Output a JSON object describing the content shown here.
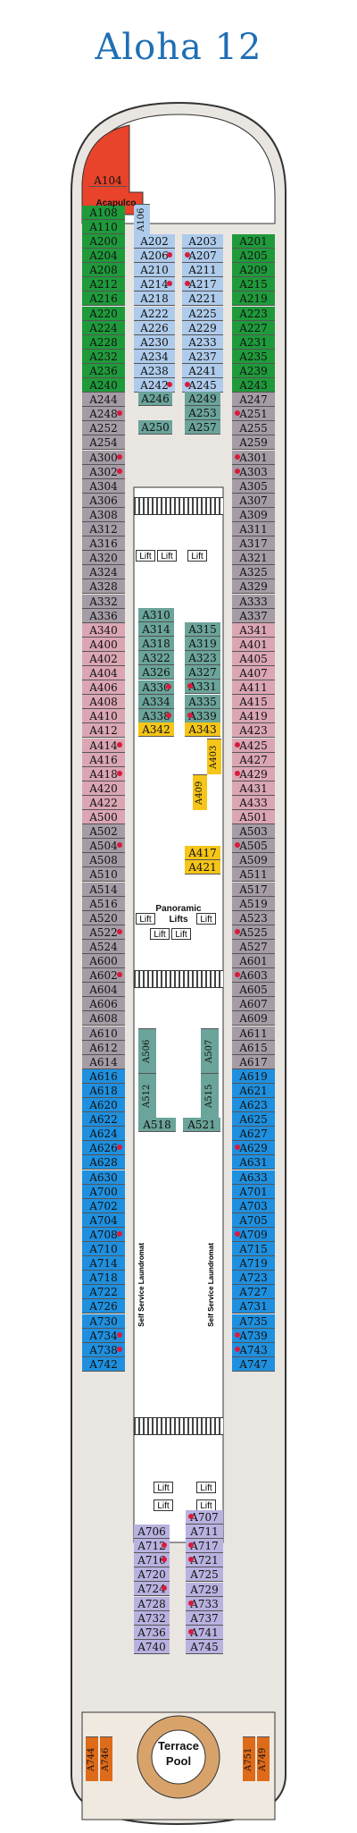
{
  "title": "Aloha 12",
  "colors": {
    "green": "#1f9a3b",
    "lightblue": "#aecbeb",
    "grey": "#a59ca6",
    "pink": "#dba6b4",
    "teal": "#6ba49a",
    "yellow": "#f5c518",
    "blue": "#1f90df",
    "lavender": "#b9b2e0",
    "orange": "#dd6b1a",
    "red": "#e8432b",
    "hull": "#e9e6e1",
    "dot": "#d81b3c"
  },
  "labels": {
    "acapulco": "Acapulco",
    "panoramic": "Panoramic",
    "panoramic_lifts": "Lifts",
    "terrace": "Terrace",
    "pool": "Pool",
    "laundromat1": "Self Service Laundromat",
    "laundromat2": "Self Service Laundromat",
    "lift": "Lift"
  },
  "cabins_left_outer": [
    [
      "A200",
      "green",
      0
    ],
    [
      "A204",
      "green",
      0
    ],
    [
      "A208",
      "green",
      0
    ],
    [
      "A212",
      "green",
      0
    ],
    [
      "A216",
      "green",
      0
    ],
    [
      "A220",
      "green",
      0
    ],
    [
      "A224",
      "green",
      0
    ],
    [
      "A228",
      "green",
      0
    ],
    [
      "A232",
      "green",
      0
    ],
    [
      "A236",
      "green",
      0
    ],
    [
      "A240",
      "green",
      0
    ],
    [
      "A244",
      "grey",
      0
    ],
    [
      "A248",
      "grey",
      1
    ],
    [
      "A252",
      "grey",
      0
    ],
    [
      "A254",
      "grey",
      0
    ],
    [
      "A300",
      "grey",
      1
    ],
    [
      "A302",
      "grey",
      1
    ],
    [
      "A304",
      "grey",
      0
    ],
    [
      "A306",
      "grey",
      0
    ],
    [
      "A308",
      "grey",
      0
    ],
    [
      "A312",
      "grey",
      0
    ],
    [
      "A316",
      "grey",
      0
    ],
    [
      "A320",
      "grey",
      0
    ],
    [
      "A324",
      "grey",
      0
    ],
    [
      "A328",
      "grey",
      0
    ],
    [
      "A332",
      "grey",
      0
    ],
    [
      "A336",
      "grey",
      0
    ],
    [
      "A340",
      "pink",
      0
    ],
    [
      "A400",
      "pink",
      0
    ],
    [
      "A402",
      "pink",
      0
    ],
    [
      "A404",
      "pink",
      0
    ],
    [
      "A406",
      "pink",
      0
    ],
    [
      "A408",
      "pink",
      0
    ],
    [
      "A410",
      "pink",
      0
    ],
    [
      "A412",
      "pink",
      0
    ],
    [
      "A414",
      "pink",
      1
    ],
    [
      "A416",
      "pink",
      0
    ],
    [
      "A418",
      "pink",
      1
    ],
    [
      "A420",
      "pink",
      0
    ],
    [
      "A422",
      "pink",
      0
    ],
    [
      "A500",
      "pink",
      0
    ],
    [
      "A502",
      "grey",
      0
    ],
    [
      "A504",
      "grey",
      1
    ],
    [
      "A508",
      "grey",
      0
    ],
    [
      "A510",
      "grey",
      0
    ],
    [
      "A514",
      "grey",
      0
    ],
    [
      "A516",
      "grey",
      0
    ],
    [
      "A520",
      "grey",
      0
    ],
    [
      "A522",
      "grey",
      1
    ],
    [
      "A524",
      "grey",
      0
    ],
    [
      "A600",
      "grey",
      0
    ],
    [
      "A602",
      "grey",
      1
    ],
    [
      "A604",
      "grey",
      0
    ],
    [
      "A606",
      "grey",
      0
    ],
    [
      "A608",
      "grey",
      0
    ],
    [
      "A610",
      "grey",
      0
    ],
    [
      "A612",
      "grey",
      0
    ],
    [
      "A614",
      "grey",
      0
    ],
    [
      "A616",
      "blue",
      0
    ],
    [
      "A618",
      "blue",
      0
    ],
    [
      "A620",
      "blue",
      0
    ],
    [
      "A622",
      "blue",
      0
    ],
    [
      "A624",
      "blue",
      0
    ],
    [
      "A626",
      "blue",
      1
    ],
    [
      "A628",
      "blue",
      0
    ],
    [
      "A630",
      "blue",
      0
    ],
    [
      "A700",
      "blue",
      0
    ],
    [
      "A702",
      "blue",
      0
    ],
    [
      "A704",
      "blue",
      0
    ],
    [
      "A708",
      "blue",
      1
    ],
    [
      "A710",
      "blue",
      0
    ],
    [
      "A714",
      "blue",
      0
    ],
    [
      "A718",
      "blue",
      0
    ],
    [
      "A722",
      "blue",
      0
    ],
    [
      "A726",
      "blue",
      0
    ],
    [
      "A730",
      "blue",
      0
    ],
    [
      "A734",
      "blue",
      1
    ],
    [
      "A738",
      "blue",
      1
    ],
    [
      "A742",
      "blue",
      0
    ]
  ],
  "cabins_right_outer": [
    [
      "A201",
      "green",
      0
    ],
    [
      "A205",
      "green",
      0
    ],
    [
      "A209",
      "green",
      0
    ],
    [
      "A215",
      "green",
      0
    ],
    [
      "A219",
      "green",
      0
    ],
    [
      "A223",
      "green",
      0
    ],
    [
      "A227",
      "green",
      0
    ],
    [
      "A231",
      "green",
      0
    ],
    [
      "A235",
      "green",
      0
    ],
    [
      "A239",
      "green",
      0
    ],
    [
      "A243",
      "green",
      0
    ],
    [
      "A247",
      "grey",
      0
    ],
    [
      "A251",
      "grey",
      1
    ],
    [
      "A255",
      "grey",
      0
    ],
    [
      "A259",
      "grey",
      0
    ],
    [
      "A301",
      "grey",
      1
    ],
    [
      "A303",
      "grey",
      1
    ],
    [
      "A305",
      "grey",
      0
    ],
    [
      "A307",
      "grey",
      0
    ],
    [
      "A309",
      "grey",
      0
    ],
    [
      "A311",
      "grey",
      0
    ],
    [
      "A317",
      "grey",
      0
    ],
    [
      "A321",
      "grey",
      0
    ],
    [
      "A325",
      "grey",
      0
    ],
    [
      "A329",
      "grey",
      0
    ],
    [
      "A333",
      "grey",
      0
    ],
    [
      "A337",
      "grey",
      0
    ],
    [
      "A341",
      "pink",
      0
    ],
    [
      "A401",
      "pink",
      0
    ],
    [
      "A405",
      "pink",
      0
    ],
    [
      "A407",
      "pink",
      0
    ],
    [
      "A411",
      "pink",
      0
    ],
    [
      "A415",
      "pink",
      0
    ],
    [
      "A419",
      "pink",
      0
    ],
    [
      "A423",
      "pink",
      0
    ],
    [
      "A425",
      "pink",
      1
    ],
    [
      "A427",
      "pink",
      0
    ],
    [
      "A429",
      "pink",
      1
    ],
    [
      "A431",
      "pink",
      0
    ],
    [
      "A433",
      "pink",
      0
    ],
    [
      "A501",
      "pink",
      0
    ],
    [
      "A503",
      "grey",
      0
    ],
    [
      "A505",
      "grey",
      1
    ],
    [
      "A509",
      "grey",
      0
    ],
    [
      "A511",
      "grey",
      0
    ],
    [
      "A517",
      "grey",
      0
    ],
    [
      "A519",
      "grey",
      0
    ],
    [
      "A523",
      "grey",
      0
    ],
    [
      "A525",
      "grey",
      1
    ],
    [
      "A527",
      "grey",
      0
    ],
    [
      "A601",
      "grey",
      0
    ],
    [
      "A603",
      "grey",
      1
    ],
    [
      "A605",
      "grey",
      0
    ],
    [
      "A607",
      "grey",
      0
    ],
    [
      "A609",
      "grey",
      0
    ],
    [
      "A611",
      "grey",
      0
    ],
    [
      "A615",
      "grey",
      0
    ],
    [
      "A617",
      "grey",
      0
    ],
    [
      "A619",
      "blue",
      0
    ],
    [
      "A621",
      "blue",
      0
    ],
    [
      "A623",
      "blue",
      0
    ],
    [
      "A625",
      "blue",
      0
    ],
    [
      "A627",
      "blue",
      0
    ],
    [
      "A629",
      "blue",
      1
    ],
    [
      "A631",
      "blue",
      0
    ],
    [
      "A633",
      "blue",
      0
    ],
    [
      "A701",
      "blue",
      0
    ],
    [
      "A703",
      "blue",
      0
    ],
    [
      "A705",
      "blue",
      0
    ],
    [
      "A709",
      "blue",
      1
    ],
    [
      "A715",
      "blue",
      0
    ],
    [
      "A719",
      "blue",
      0
    ],
    [
      "A723",
      "blue",
      0
    ],
    [
      "A727",
      "blue",
      0
    ],
    [
      "A731",
      "blue",
      0
    ],
    [
      "A735",
      "blue",
      0
    ],
    [
      "A739",
      "blue",
      1
    ],
    [
      "A743",
      "blue",
      1
    ],
    [
      "A747",
      "blue",
      0
    ]
  ],
  "cabins_left_inner": [
    [
      "A202",
      "lightblue",
      0
    ],
    [
      "A206",
      "lightblue",
      1
    ],
    [
      "A210",
      "lightblue",
      0
    ],
    [
      "A214",
      "lightblue",
      1
    ],
    [
      "A218",
      "lightblue",
      0
    ],
    [
      "A222",
      "lightblue",
      0
    ],
    [
      "A226",
      "lightblue",
      0
    ],
    [
      "A230",
      "lightblue",
      0
    ],
    [
      "A234",
      "lightblue",
      0
    ],
    [
      "A238",
      "lightblue",
      0
    ],
    [
      "A242",
      "lightblue",
      1
    ]
  ],
  "cabins_right_inner": [
    [
      "A203",
      "lightblue",
      0
    ],
    [
      "A207",
      "lightblue",
      1
    ],
    [
      "A211",
      "lightblue",
      0
    ],
    [
      "A217",
      "lightblue",
      1
    ],
    [
      "A221",
      "lightblue",
      0
    ],
    [
      "A225",
      "lightblue",
      0
    ],
    [
      "A229",
      "lightblue",
      0
    ],
    [
      "A233",
      "lightblue",
      0
    ],
    [
      "A237",
      "lightblue",
      0
    ],
    [
      "A241",
      "lightblue",
      0
    ],
    [
      "A245",
      "lightblue",
      1
    ]
  ],
  "cabins_top_extra": [
    "A104",
    "A108",
    "A110",
    "A106"
  ],
  "cabins_mid_teal_left": [
    "A310",
    "A314",
    "A318",
    "A322",
    "A326",
    "A330",
    "A334",
    "A338"
  ],
  "cabins_mid_teal_right": [
    "A315",
    "A319",
    "A323",
    "A327",
    "A331",
    "A335",
    "A339"
  ],
  "cabins_yellow": [
    "A342",
    "A343",
    "A403",
    "A409",
    "A417",
    "A421"
  ],
  "cabins_teal_small": [
    "A246",
    "A250",
    "A249",
    "A253",
    "A257"
  ],
  "cabins_teal_5": [
    "A506",
    "A507",
    "A512",
    "A515",
    "A518",
    "A521"
  ],
  "cabins_lav_left": [
    "A706",
    "A712",
    "A716",
    "A720",
    "A724",
    "A728",
    "A732",
    "A736",
    "A740"
  ],
  "cabins_lav_right": [
    "A707",
    "A711",
    "A717",
    "A721",
    "A725",
    "A729",
    "A733",
    "A737",
    "A741",
    "A745"
  ],
  "cabins_aft": [
    "A744",
    "A746",
    "A751",
    "A749"
  ]
}
